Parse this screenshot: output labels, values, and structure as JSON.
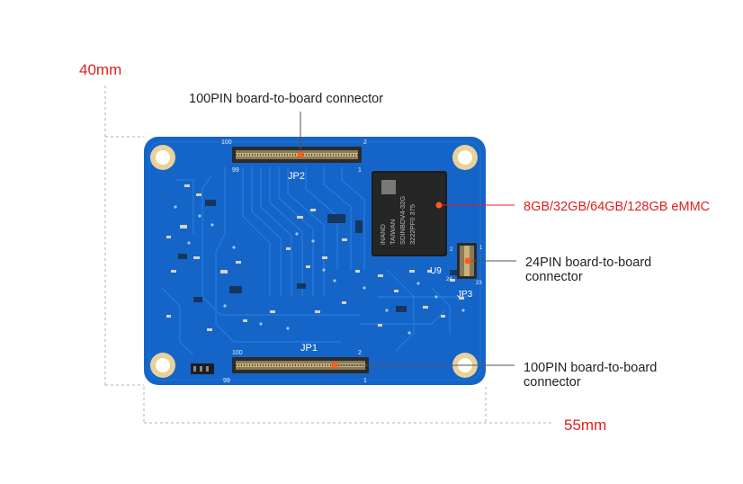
{
  "dimensions": {
    "height_label": "40mm",
    "width_label": "55mm"
  },
  "callouts": {
    "top_connector": "100PIN board-to-board connector",
    "emmc": "8GB/32GB/64GB/128GB eMMC",
    "right_connector_line1": "24PIN board-to-board",
    "right_connector_line2": "connector",
    "bottom_connector_line1": "100PIN board-to-board",
    "bottom_connector_line2": "connector"
  },
  "board_labels": {
    "jp2": "JP2",
    "jp1": "JP1",
    "jp3": "JP3",
    "u9": "U9",
    "jp2_pin_100": "100",
    "jp2_pin_2": "2",
    "jp2_pin_99": "99",
    "jp2_pin_1": "1",
    "jp1_pin_100": "100",
    "jp1_pin_2": "2",
    "jp1_pin_99": "99",
    "jp1_pin_1": "1",
    "jp3_pin_1": "1",
    "jp3_pin_2": "2",
    "jp3_pin_24": "24",
    "jp3_pin_23": "23",
    "chip_line1": "iNAND",
    "chip_line2": "TAIWAN",
    "chip_line3": "SDINBDV4-32G",
    "chip_line4": "3222PF0 375"
  },
  "colors": {
    "board": "#1565c8",
    "dimension_red": "#e02020",
    "callout_dot": "#ff5a1f",
    "mounting_hole": "#e8d29a"
  }
}
